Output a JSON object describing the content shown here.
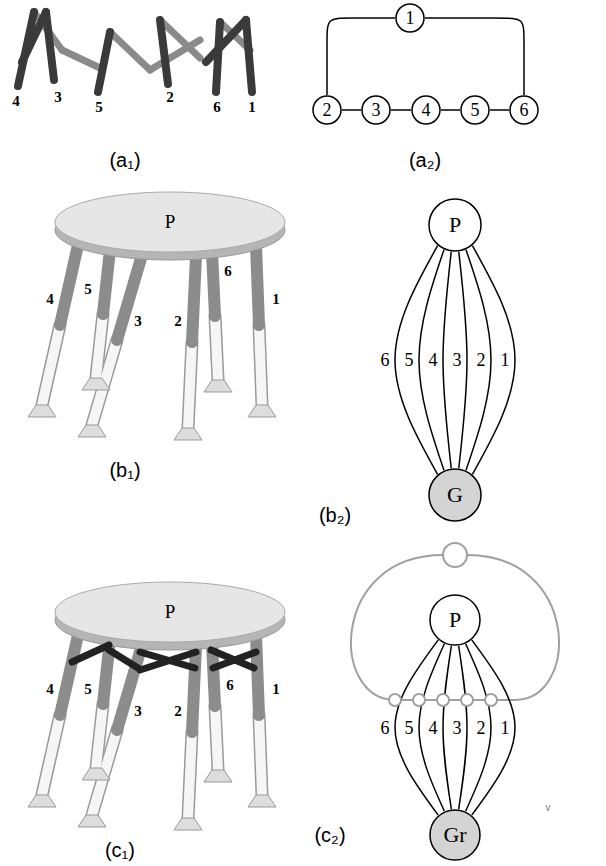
{
  "diagram": {
    "nodes": [
      {
        "text": [
          "1"
        ]
      },
      {
        "text": [
          "2"
        ]
      },
      {
        "text": [
          "3"
        ]
      },
      {
        "text": [
          "4"
        ]
      },
      {
        "text": [
          "5"
        ]
      },
      {
        "text": [
          "6"
        ]
      },
      {
        "text": [
          "P"
        ]
      },
      {
        "text": [
          "G"
        ]
      },
      {
        "text": [
          "P"
        ]
      },
      {
        "text": [
          "Gr"
        ]
      }
    ],
    "edges": [
      {
        "from": 1,
        "to": 2,
        "arrow": "none"
      },
      {
        "from": 2,
        "to": 3,
        "arrow": "none"
      },
      {
        "from": 3,
        "to": 4,
        "arrow": "none"
      },
      {
        "from": 4,
        "to": 5,
        "arrow": "none"
      },
      {
        "from": 1,
        "to": 0,
        "arrow": "none"
      },
      {
        "from": 0,
        "to": 5,
        "arrow": "none"
      },
      {
        "from": 6,
        "to": 7,
        "label": "6",
        "arrow": "none"
      },
      {
        "from": 6,
        "to": 7,
        "label": "5",
        "arrow": "none"
      },
      {
        "from": 6,
        "to": 7,
        "label": "4",
        "arrow": "none"
      },
      {
        "from": 6,
        "to": 7,
        "label": "3",
        "arrow": "none"
      },
      {
        "from": 6,
        "to": 7,
        "label": "2",
        "arrow": "none"
      },
      {
        "from": 6,
        "to": 7,
        "label": "1",
        "arrow": "none"
      },
      {
        "from": 8,
        "to": 9,
        "label": "6",
        "arrow": "none"
      },
      {
        "from": 8,
        "to": 9,
        "label": "5",
        "arrow": "none"
      },
      {
        "from": 8,
        "to": 9,
        "label": "4",
        "arrow": "none"
      },
      {
        "from": 8,
        "to": 9,
        "label": "3",
        "arrow": "none"
      },
      {
        "from": 8,
        "to": 9,
        "label": "2",
        "arrow": "none"
      },
      {
        "from": 8,
        "to": 9,
        "label": "1",
        "arrow": "none"
      }
    ],
    "labels": [
      "4",
      "3",
      "5",
      "2",
      "6",
      "1",
      "(a₁)",
      "(a₂)",
      "P",
      "4",
      "5",
      "3",
      "6",
      "2",
      "1",
      "(b₁)",
      "(b₂)",
      "P",
      "5",
      "4",
      "3",
      "6",
      "2",
      "1",
      "(c₁)",
      "(c₂)",
      "v"
    ]
  }
}
